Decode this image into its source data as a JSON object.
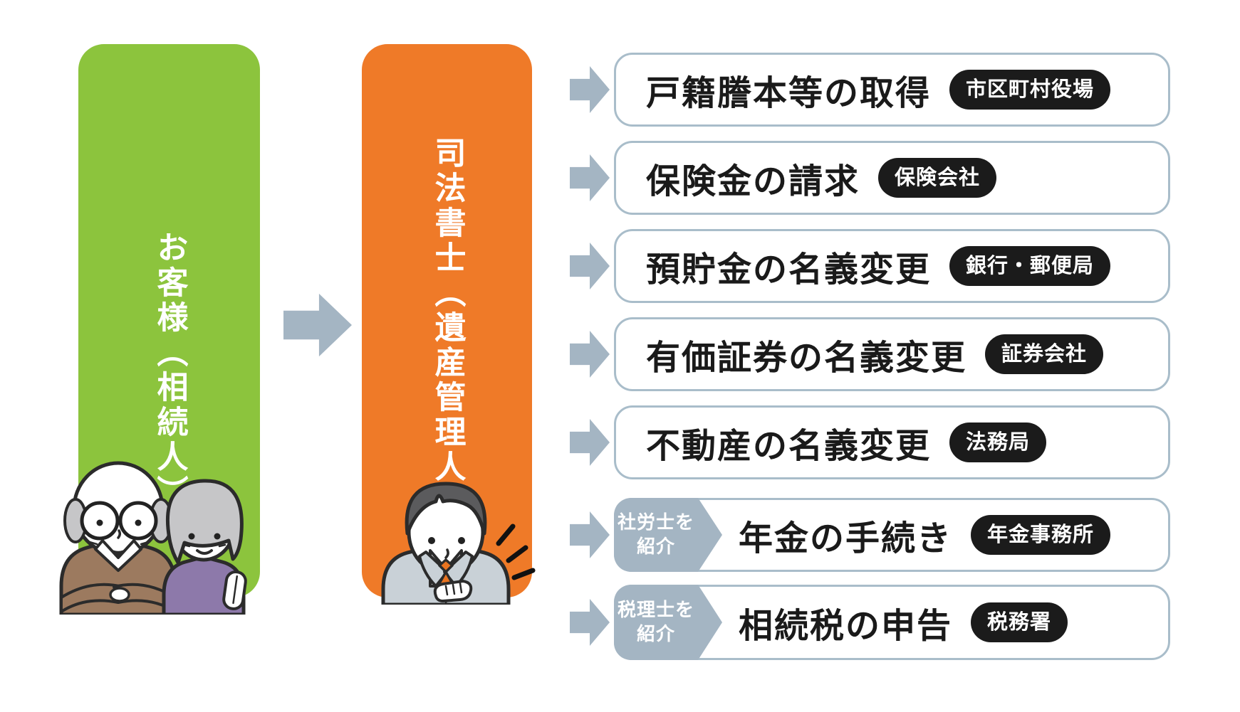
{
  "customer_column": {
    "label": "お客様（相続人）",
    "color": "#8cc43d",
    "illustration": "elderly-couple"
  },
  "manager_column": {
    "label": "司法書士（遺産管理人）",
    "color": "#ef7a28",
    "illustration": "male-consultant"
  },
  "tasks": [
    {
      "title": "戸籍謄本等の取得",
      "badge": "市区町村役場"
    },
    {
      "title": "保険金の請求",
      "badge": "保険会社"
    },
    {
      "title": "預貯金の名義変更",
      "badge": "銀行・郵便局"
    },
    {
      "title": "有価証券の名義変更",
      "badge": "証券会社"
    },
    {
      "title": "不動産の名義変更",
      "badge": "法務局"
    },
    {
      "title": "年金の手続き",
      "badge": "年金事務所",
      "referral_line1": "社労士を",
      "referral_line2": "紹介"
    },
    {
      "title": "相続税の申告",
      "badge": "税務署",
      "referral_line1": "税理士を",
      "referral_line2": "紹介"
    }
  ],
  "colors": {
    "arrow": "#a4b5c3",
    "box_border": "#a9bdca",
    "badge_bg": "#1b1b1b",
    "badge_text": "#ffffff",
    "title_text": "#1a1a1a",
    "column_label_text": "#ffffff"
  }
}
